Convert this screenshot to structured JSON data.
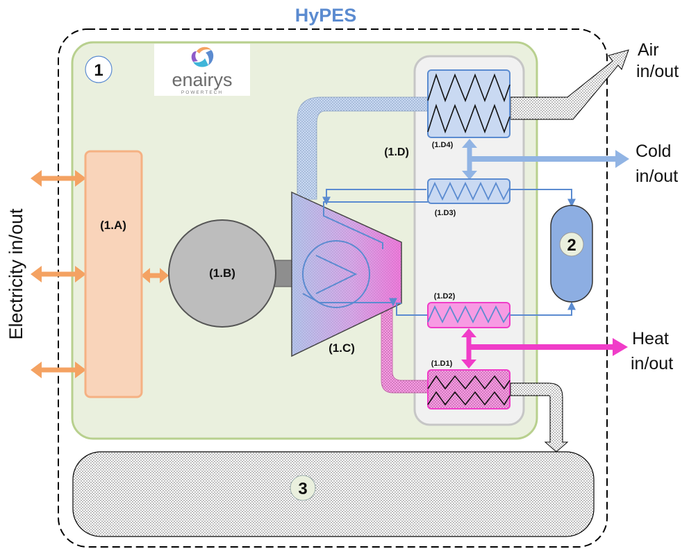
{
  "title": "HyPES",
  "logo": {
    "name": "enairys",
    "tagline": "POWERTECH"
  },
  "labels": {
    "block_1": "1",
    "block_2": "2",
    "block_3": "3",
    "a": "(1.A)",
    "b": "(1.B)",
    "c": "(1.C)",
    "d": "(1.D)",
    "d1": "(1.D1)",
    "d2": "(1.D2)",
    "d3": "(1.D3)",
    "d4": "(1.D4)"
  },
  "io": {
    "electricity": "Electricity in/out",
    "air_line1": "Air",
    "air_line2": "in/out",
    "cold_line1": "Cold",
    "cold_line2": "in/out",
    "heat_line1": "Heat",
    "heat_line2": "in/out"
  },
  "colors": {
    "title": "#5B8BD0",
    "system_fill": "#EAF0DE",
    "system_stroke": "#B8D08E",
    "converter_fill": "#F9D4BA",
    "converter_stroke": "#F5B183",
    "electric_arrow": "#F4A262",
    "machine_fill": "#BDBDBD",
    "exchanger_panel": "#F1F1F1",
    "cold": "#91B4E4",
    "cold_exchanger": "#C9D9F2",
    "heat": "#F03CC8",
    "heat_exchanger": "#F79BE3",
    "tank": "#8DAEE2"
  }
}
